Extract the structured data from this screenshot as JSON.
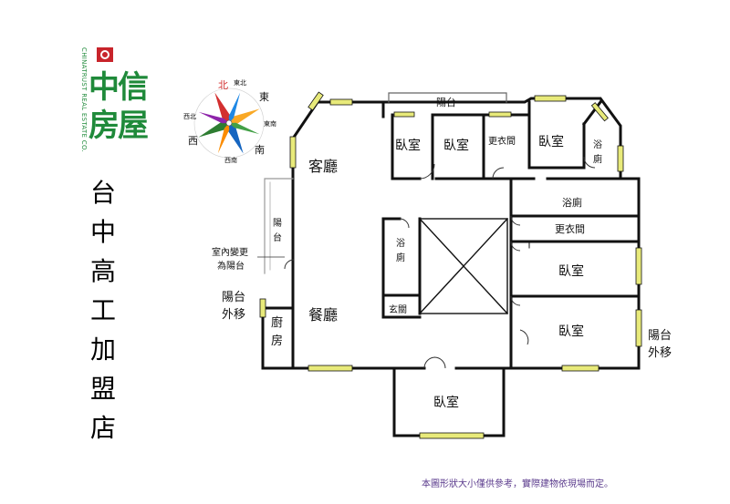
{
  "brand": {
    "logo_cn_1": "中信",
    "logo_cn_2": "房屋",
    "logo_en": "CHINATRUST REAL ESTATE CO."
  },
  "store_name": [
    "台",
    "中",
    "高",
    "工",
    "加",
    "盟",
    "店"
  ],
  "compass": {
    "north": "北",
    "northeast": "東北",
    "east": "東",
    "southeast": "東南",
    "south": "南",
    "southwest": "西南",
    "west": "西",
    "northwest": "西北"
  },
  "rooms": {
    "living_room": "客廳",
    "dining_room": "餐廳",
    "kitchen": "廚房",
    "balcony_top": "陽台",
    "balcony_left": "陽台",
    "bedroom_1": "臥室",
    "bedroom_2": "臥室",
    "closet_top": "更衣間",
    "bedroom_3": "臥室",
    "bath_top_right": "浴廁",
    "bath_right": "浴廁",
    "closet_right": "更衣間",
    "bedroom_right_1": "臥室",
    "bedroom_right_2": "臥室",
    "bath_center": "浴廁",
    "entry": "玄關",
    "bedroom_bottom": "臥室"
  },
  "notes": {
    "converted_balcony_1": "室內變更",
    "converted_balcony_2": "為陽台",
    "balcony_moved_left_1": "陽台",
    "balcony_moved_left_2": "外移",
    "balcony_moved_right_1": "陽台",
    "balcony_moved_right_2": "外移"
  },
  "disclaimer": "本圖形狀大小僅供參考，實際建物依現場而定。",
  "colors": {
    "brand_green": "#1f8a3a",
    "brand_red": "#c8242b",
    "window_yellow": "#e8ea7a",
    "wall": "#111111",
    "disclaimer": "#5a3a8c"
  }
}
